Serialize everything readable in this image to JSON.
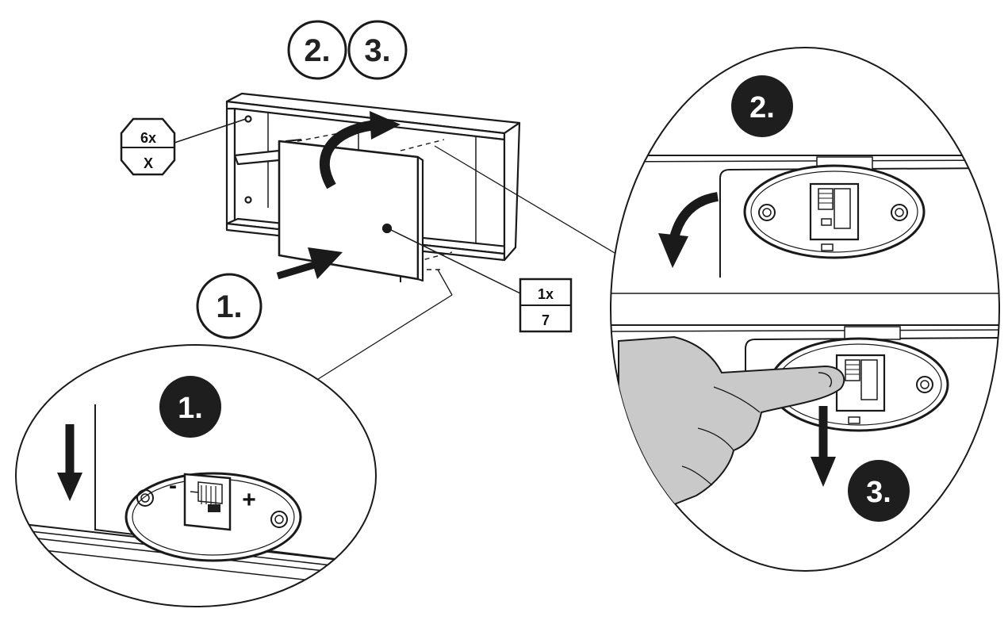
{
  "colors": {
    "line": "#1a1a1a",
    "fill_dark": "#1e1e1e",
    "hand_fill": "#c9c9c9",
    "background": "#ffffff"
  },
  "steps": {
    "top_step_2": "2.",
    "top_step_3": "3.",
    "main_step_1": "1.",
    "detail_left_step_1": "1.",
    "detail_right_step_2": "2.",
    "detail_right_step_3": "3."
  },
  "badges": {
    "hinge_count": "6x",
    "hinge_part": "X",
    "tool_count": "1x",
    "tool_part": "7"
  },
  "adjust_signs": {
    "minus": "-",
    "plus": "+"
  },
  "icons": {
    "hinge_plate": "hinge-plate-icon",
    "arrow": "arrow-icon",
    "hand": "hand-icon"
  }
}
